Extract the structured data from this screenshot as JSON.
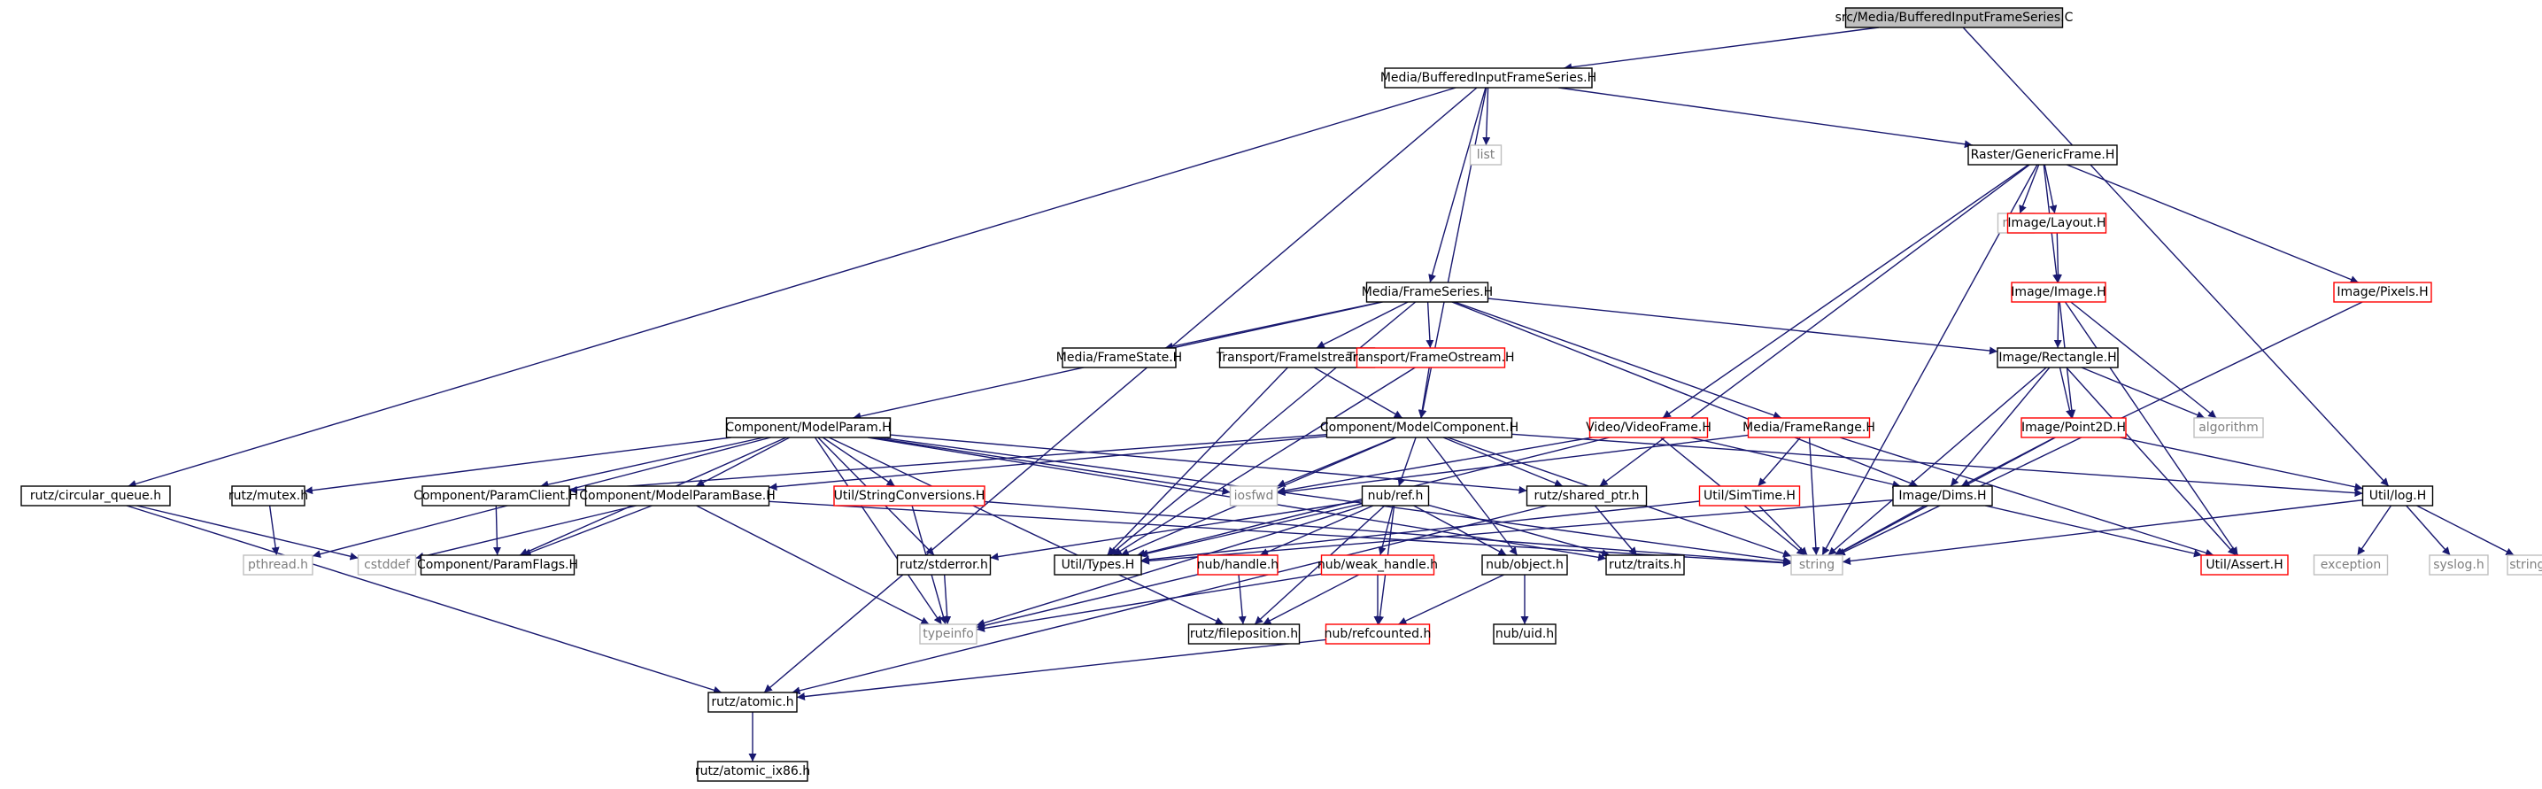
{
  "diagram": {
    "title": "src/Media/BufferedInputFrameSeries.C",
    "colors": {
      "edge": "#191970",
      "root_fill": "#bfbfbf",
      "node_border": "#000000",
      "missing_border": "#ff0000",
      "external_border": "#bfbfbf",
      "external_text": "#7f7f7f"
    },
    "nodes": [
      {
        "id": "root",
        "label": "src/Media/BufferedInputFrameSeries.C",
        "kind": "root"
      },
      {
        "id": "bifs",
        "label": "Media/BufferedInputFrameSeries.H",
        "kind": "normal"
      },
      {
        "id": "list",
        "label": "list",
        "kind": "ext"
      },
      {
        "id": "genframe",
        "label": "Raster/GenericFrame.H",
        "kind": "normal"
      },
      {
        "id": "map",
        "label": "map",
        "kind": "ext"
      },
      {
        "id": "layout",
        "label": "Image/Layout.H",
        "kind": "red"
      },
      {
        "id": "pixels",
        "label": "Image/Pixels.H",
        "kind": "red"
      },
      {
        "id": "image",
        "label": "Image/Image.H",
        "kind": "red"
      },
      {
        "id": "frameseries",
        "label": "Media/FrameSeries.H",
        "kind": "normal"
      },
      {
        "id": "rectangle",
        "label": "Image/Rectangle.H",
        "kind": "normal"
      },
      {
        "id": "algorithm",
        "label": "algorithm",
        "kind": "ext"
      },
      {
        "id": "point2d",
        "label": "Image/Point2D.H",
        "kind": "red"
      },
      {
        "id": "utillog",
        "label": "Util/log.H",
        "kind": "normal"
      },
      {
        "id": "framestate",
        "label": "Media/FrameState.H",
        "kind": "normal"
      },
      {
        "id": "fistream",
        "label": "Transport/FrameIstream.H",
        "kind": "normal"
      },
      {
        "id": "fostream",
        "label": "Transport/FrameOstream.H",
        "kind": "red"
      },
      {
        "id": "modelparam",
        "label": "Component/ModelParam.H",
        "kind": "normal"
      },
      {
        "id": "modelcomp",
        "label": "Component/ModelComponent.H",
        "kind": "normal"
      },
      {
        "id": "videoframe",
        "label": "Video/VideoFrame.H",
        "kind": "red"
      },
      {
        "id": "framerange",
        "label": "Media/FrameRange.H",
        "kind": "red"
      },
      {
        "id": "dims",
        "label": "Image/Dims.H",
        "kind": "normal"
      },
      {
        "id": "simtime",
        "label": "Util/SimTime.H",
        "kind": "red"
      },
      {
        "id": "circq",
        "label": "rutz/circular_queue.h",
        "kind": "normal"
      },
      {
        "id": "mutex",
        "label": "rutz/mutex.h",
        "kind": "normal"
      },
      {
        "id": "paramclient",
        "label": "Component/ParamClient.H",
        "kind": "normal"
      },
      {
        "id": "mparambase",
        "label": "Component/ModelParamBase.H",
        "kind": "normal"
      },
      {
        "id": "strconv",
        "label": "Util/StringConversions.H",
        "kind": "red"
      },
      {
        "id": "iosfwd",
        "label": "iosfwd",
        "kind": "ext"
      },
      {
        "id": "nubref",
        "label": "nub/ref.h",
        "kind": "normal"
      },
      {
        "id": "sharedptr",
        "label": "rutz/shared_ptr.h",
        "kind": "normal"
      },
      {
        "id": "pthread",
        "label": "pthread.h",
        "kind": "ext"
      },
      {
        "id": "cstddef",
        "label": "cstddef",
        "kind": "ext"
      },
      {
        "id": "paramflags",
        "label": "Component/ParamFlags.H",
        "kind": "normal"
      },
      {
        "id": "stderror",
        "label": "rutz/stderror.h",
        "kind": "normal"
      },
      {
        "id": "types",
        "label": "Util/Types.H",
        "kind": "normal"
      },
      {
        "id": "handle",
        "label": "nub/handle.h",
        "kind": "red"
      },
      {
        "id": "weakhandle",
        "label": "nub/weak_handle.h",
        "kind": "red"
      },
      {
        "id": "nubobject",
        "label": "nub/object.h",
        "kind": "normal"
      },
      {
        "id": "traits",
        "label": "rutz/traits.h",
        "kind": "normal"
      },
      {
        "id": "string",
        "label": "string",
        "kind": "ext"
      },
      {
        "id": "assert",
        "label": "Util/Assert.H",
        "kind": "red"
      },
      {
        "id": "exception",
        "label": "exception",
        "kind": "ext"
      },
      {
        "id": "syslog",
        "label": "syslog.h",
        "kind": "ext"
      },
      {
        "id": "stringh",
        "label": "string.h",
        "kind": "ext"
      },
      {
        "id": "typeinfo",
        "label": "typeinfo",
        "kind": "ext"
      },
      {
        "id": "filepos",
        "label": "rutz/fileposition.h",
        "kind": "normal"
      },
      {
        "id": "refcounted",
        "label": "nub/refcounted.h",
        "kind": "red"
      },
      {
        "id": "uid",
        "label": "nub/uid.h",
        "kind": "normal"
      },
      {
        "id": "atomic",
        "label": "rutz/atomic.h",
        "kind": "normal"
      },
      {
        "id": "atomicix86",
        "label": "rutz/atomic_ix86.h",
        "kind": "normal"
      }
    ],
    "edges": [
      [
        "root",
        "bifs"
      ],
      [
        "root",
        "utillog"
      ],
      [
        "bifs",
        "list"
      ],
      [
        "bifs",
        "genframe"
      ],
      [
        "bifs",
        "frameseries"
      ],
      [
        "bifs",
        "modelcomp"
      ],
      [
        "bifs",
        "circq"
      ],
      [
        "bifs",
        "atomic"
      ],
      [
        "genframe",
        "map"
      ],
      [
        "genframe",
        "layout"
      ],
      [
        "genframe",
        "pixels"
      ],
      [
        "genframe",
        "image"
      ],
      [
        "genframe",
        "videoframe"
      ],
      [
        "genframe",
        "sharedptr"
      ],
      [
        "genframe",
        "string"
      ],
      [
        "layout",
        "image"
      ],
      [
        "pixels",
        "string"
      ],
      [
        "image",
        "rectangle"
      ],
      [
        "image",
        "point2d"
      ],
      [
        "image",
        "algorithm"
      ],
      [
        "image",
        "assert"
      ],
      [
        "frameseries",
        "framestate"
      ],
      [
        "frameseries",
        "fistream"
      ],
      [
        "frameseries",
        "fostream"
      ],
      [
        "frameseries",
        "modelparam"
      ],
      [
        "frameseries",
        "framerange"
      ],
      [
        "frameseries",
        "rectangle"
      ],
      [
        "frameseries",
        "dims"
      ],
      [
        "frameseries",
        "types"
      ],
      [
        "rectangle",
        "point2d"
      ],
      [
        "rectangle",
        "algorithm"
      ],
      [
        "rectangle",
        "dims"
      ],
      [
        "rectangle",
        "assert"
      ],
      [
        "rectangle",
        "string"
      ],
      [
        "point2d",
        "dims"
      ],
      [
        "point2d",
        "utillog"
      ],
      [
        "point2d",
        "string"
      ],
      [
        "utillog",
        "exception"
      ],
      [
        "utillog",
        "syslog"
      ],
      [
        "utillog",
        "stringh"
      ],
      [
        "utillog",
        "string"
      ],
      [
        "fistream",
        "modelcomp"
      ],
      [
        "fistream",
        "types"
      ],
      [
        "fostream",
        "modelcomp"
      ],
      [
        "fostream",
        "types"
      ],
      [
        "modelparam",
        "mutex"
      ],
      [
        "modelparam",
        "paramclient"
      ],
      [
        "modelparam",
        "mparambase"
      ],
      [
        "modelparam",
        "strconv"
      ],
      [
        "modelparam",
        "paramflags"
      ],
      [
        "modelparam",
        "pthread"
      ],
      [
        "modelparam",
        "stderror"
      ],
      [
        "modelparam",
        "filepos"
      ],
      [
        "modelparam",
        "typeinfo"
      ],
      [
        "modelparam",
        "iosfwd"
      ],
      [
        "modelparam",
        "sharedptr"
      ],
      [
        "modelparam",
        "string"
      ],
      [
        "modelparam",
        "traits"
      ],
      [
        "modelcomp",
        "paramclient"
      ],
      [
        "modelcomp",
        "mparambase"
      ],
      [
        "modelcomp",
        "iosfwd"
      ],
      [
        "modelcomp",
        "nubref"
      ],
      [
        "modelcomp",
        "sharedptr"
      ],
      [
        "modelcomp",
        "nubobject"
      ],
      [
        "modelcomp",
        "types"
      ],
      [
        "modelcomp",
        "string"
      ],
      [
        "modelcomp",
        "utillog"
      ],
      [
        "videoframe",
        "dims"
      ],
      [
        "videoframe",
        "iosfwd"
      ],
      [
        "videoframe",
        "types"
      ],
      [
        "videoframe",
        "string"
      ],
      [
        "framerange",
        "simtime"
      ],
      [
        "framerange",
        "string"
      ],
      [
        "framerange",
        "iosfwd"
      ],
      [
        "framerange",
        "assert"
      ],
      [
        "dims",
        "assert"
      ],
      [
        "dims",
        "string"
      ],
      [
        "dims",
        "types"
      ],
      [
        "simtime",
        "types"
      ],
      [
        "simtime",
        "string"
      ],
      [
        "circq",
        "cstddef"
      ],
      [
        "circq",
        "atomic"
      ],
      [
        "mutex",
        "pthread"
      ],
      [
        "paramclient",
        "paramflags"
      ],
      [
        "mparambase",
        "paramflags"
      ],
      [
        "mparambase",
        "cstddef"
      ],
      [
        "mparambase",
        "typeinfo"
      ],
      [
        "mparambase",
        "string"
      ],
      [
        "strconv",
        "typeinfo"
      ],
      [
        "strconv",
        "string"
      ],
      [
        "nubref",
        "stderror"
      ],
      [
        "nubref",
        "types"
      ],
      [
        "nubref",
        "handle"
      ],
      [
        "nubref",
        "weakhandle"
      ],
      [
        "nubref",
        "nubobject"
      ],
      [
        "nubref",
        "traits"
      ],
      [
        "nubref",
        "filepos"
      ],
      [
        "nubref",
        "refcounted"
      ],
      [
        "nubref",
        "typeinfo"
      ],
      [
        "sharedptr",
        "traits"
      ],
      [
        "sharedptr",
        "atomic"
      ],
      [
        "stderror",
        "typeinfo"
      ],
      [
        "handle",
        "filepos"
      ],
      [
        "handle",
        "typeinfo"
      ],
      [
        "weakhandle",
        "refcounted"
      ],
      [
        "weakhandle",
        "filepos"
      ],
      [
        "weakhandle",
        "typeinfo"
      ],
      [
        "nubobject",
        "uid"
      ],
      [
        "nubobject",
        "refcounted"
      ],
      [
        "refcounted",
        "atomic"
      ],
      [
        "atomic",
        "atomicix86"
      ]
    ]
  }
}
